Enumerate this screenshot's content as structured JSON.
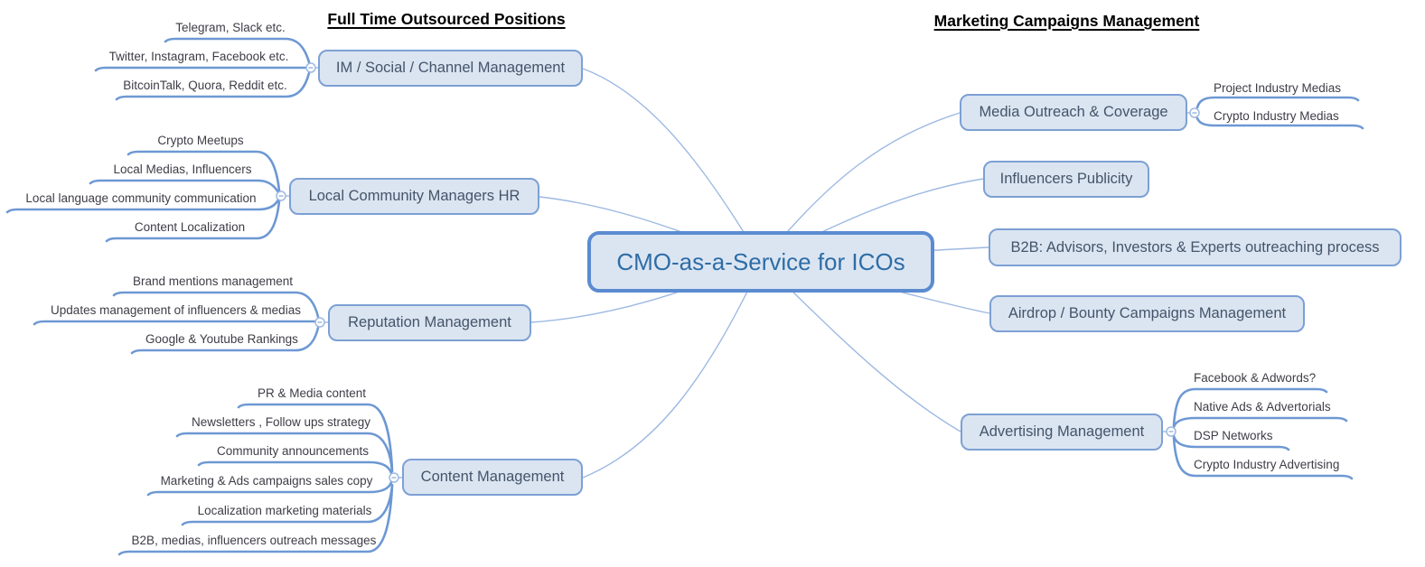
{
  "diagram": {
    "type": "mindmap",
    "center": {
      "label": "CMO-as-a-Service for ICOs"
    },
    "headers": {
      "left": "Full Time Outsourced Positions",
      "right": "Marketing Campaigns Management"
    },
    "left_branches": [
      {
        "label": "IM / Social / Channel Management",
        "children": [
          "Telegram, Slack etc.",
          "Twitter, Instagram, Facebook etc.",
          "BitcoinTalk, Quora, Reddit etc."
        ]
      },
      {
        "label": "Local Community Managers HR",
        "children": [
          "Crypto Meetups",
          "Local Medias, Influencers",
          "Local language community communication",
          "Content Localization"
        ]
      },
      {
        "label": "Reputation Management",
        "children": [
          "Brand mentions management",
          "Updates management of influencers & medias",
          "Google & Youtube Rankings"
        ]
      },
      {
        "label": "Content Management",
        "children": [
          "PR & Media content",
          "Newsletters , Follow ups strategy",
          "Community announcements",
          "Marketing & Ads campaigns sales copy",
          "Localization marketing materials",
          "B2B, medias, influencers outreach messages"
        ]
      }
    ],
    "right_branches": [
      {
        "label": "Media Outreach & Coverage",
        "children": [
          "Project Industry Medias",
          "Crypto Industry Medias"
        ]
      },
      {
        "label": "Influencers Publicity",
        "children": []
      },
      {
        "label": "B2B: Advisors, Investors & Experts outreaching process",
        "children": []
      },
      {
        "label": "Airdrop / Bounty Campaigns Management",
        "children": []
      },
      {
        "label": "Advertising Management",
        "children": [
          "Facebook & Adwords?",
          "Native Ads & Advertorials",
          "DSP Networks",
          "Crypto Industry Advertising"
        ]
      }
    ],
    "icons": {
      "collapse_toggle": "minus"
    },
    "colors": {
      "background": "#ffffff",
      "node_fill": "#dbe5f1",
      "node_border": "#7da0d4",
      "node_text": "#44546a",
      "center_fill": "#dbe5f2",
      "center_border": "#5b8bd0",
      "center_text": "#2e6da6",
      "connector_thick": "#6d98d3",
      "connector_thin": "#9db9e2",
      "leaf_text": "#3d3d46",
      "header_text": "#000000"
    }
  }
}
